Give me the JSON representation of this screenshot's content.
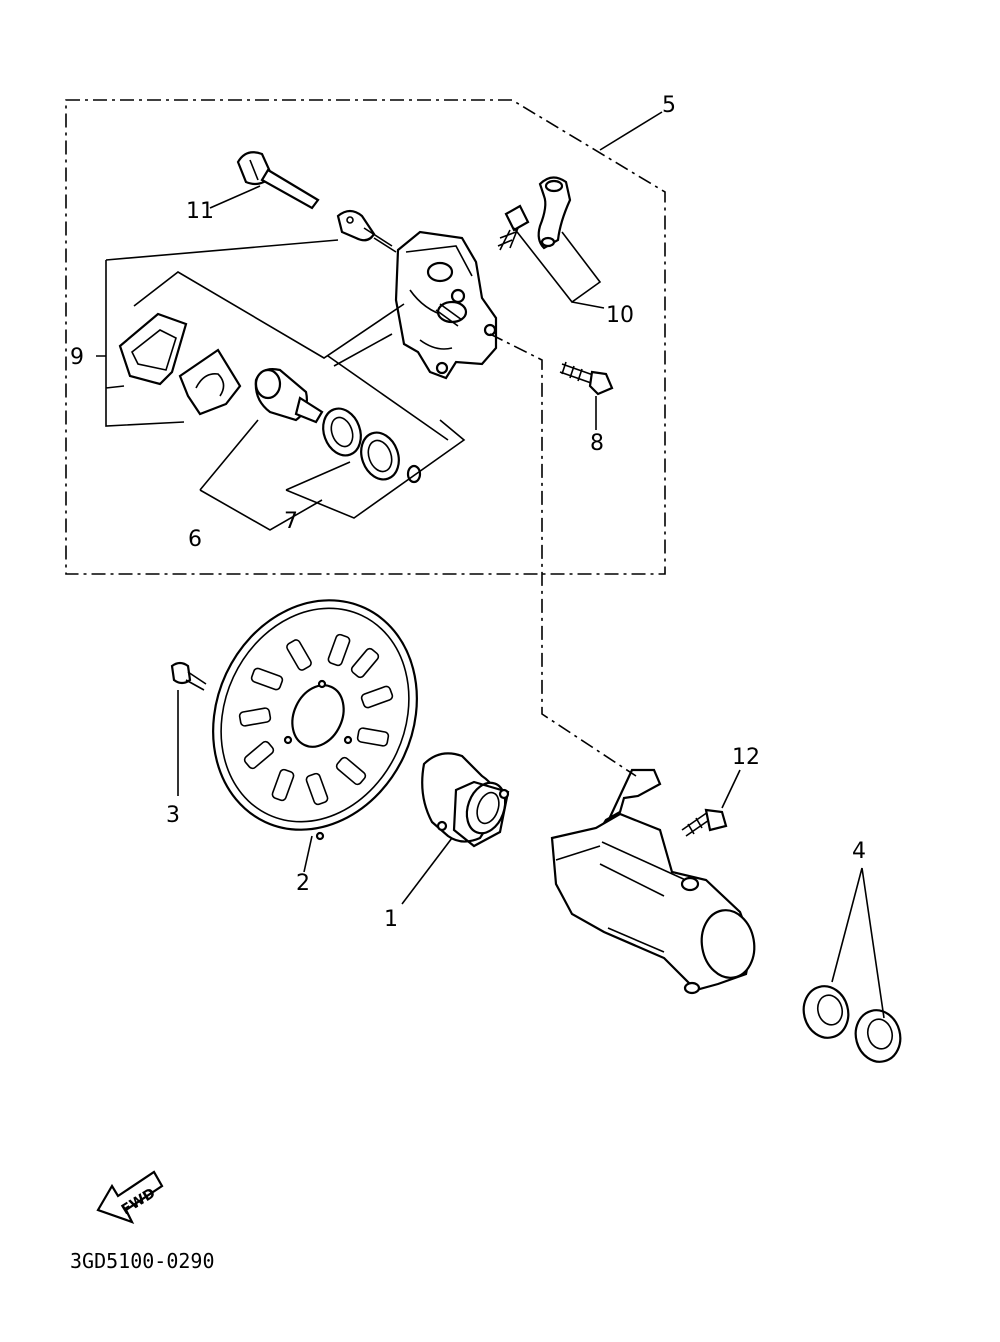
{
  "callouts": {
    "c1": "1",
    "c2": "2",
    "c3": "3",
    "c4": "4",
    "c5": "5",
    "c6": "6",
    "c7": "7",
    "c8": "8",
    "c9": "9",
    "c10": "10",
    "c11": "11",
    "c12": "12"
  },
  "direction_arrow": "FWD",
  "diagram_code": "3GD5100-0290"
}
